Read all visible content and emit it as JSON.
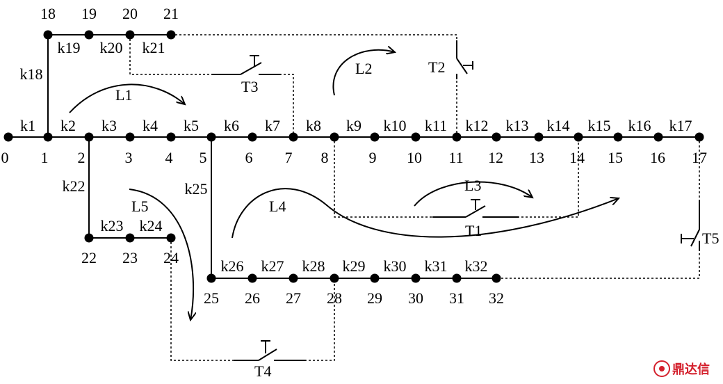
{
  "nodes": [
    "0",
    "1",
    "2",
    "3",
    "4",
    "5",
    "6",
    "7",
    "8",
    "9",
    "10",
    "11",
    "12",
    "13",
    "14",
    "15",
    "16",
    "17",
    "18",
    "19",
    "20",
    "21",
    "22",
    "23",
    "24",
    "25",
    "26",
    "27",
    "28",
    "29",
    "30",
    "31",
    "32"
  ],
  "branch_labels": {
    "k1": "k1",
    "k2": "k2",
    "k3": "k3",
    "k4": "k4",
    "k5": "k5",
    "k6": "k6",
    "k7": "k7",
    "k8": "k8",
    "k9": "k9",
    "k10": "k10",
    "k11": "k11",
    "k12": "k12",
    "k13": "k13",
    "k14": "k14",
    "k15": "k15",
    "k16": "k16",
    "k17": "k17",
    "k18": "k18",
    "k19": "k19",
    "k20": "k20",
    "k21": "k21",
    "k22": "k22",
    "k23": "k23",
    "k24": "k24",
    "k25": "k25",
    "k26": "k26",
    "k27": "k27",
    "k28": "k28",
    "k29": "k29",
    "k30": "k30",
    "k31": "k31",
    "k32": "k32"
  },
  "tie_switches": {
    "T1": "T1",
    "T2": "T2",
    "T3": "T3",
    "T4": "T4",
    "T5": "T5"
  },
  "loops": {
    "L1": "L1",
    "L2": "L2",
    "L3": "L3",
    "L4": "L4",
    "L5": "L5"
  },
  "watermark": "鼎达信"
}
